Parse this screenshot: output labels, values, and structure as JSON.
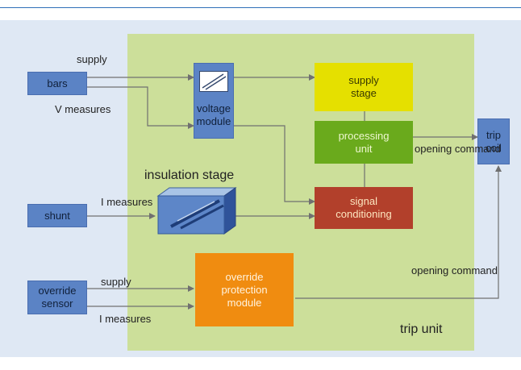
{
  "blocks": {
    "bars": "bars",
    "shunt": "shunt",
    "override_sensor": "override\nsensor",
    "trip_coil": "trip\ncoil",
    "voltage_module": "voltage\nmodule",
    "supply_stage": "supply\nstage",
    "processing_unit": "processing\nunit",
    "signal_conditioning": "signal\nconditioning",
    "override_protection": "override\nprotection\nmodule"
  },
  "labels": {
    "supply_top": "supply",
    "v_measures": "V measures",
    "i_measures_shunt": "I measures",
    "supply_bottom": "supply",
    "i_measures_sensor": "I measures",
    "insulation_stage": "insulation stage",
    "opening_command_top": "opening\ncommand",
    "opening_command_bottom": "opening\ncommand",
    "trip_unit": "trip unit"
  },
  "colors": {
    "outer_background": "#dfe8f4",
    "trip_unit_region": "#ccdf9a",
    "blue_block": "#5b83c5",
    "supply_stage": "#e5e000",
    "processing_unit": "#6aaa1c",
    "signal_conditioning": "#b2402b",
    "override_protection": "#f08c10",
    "connector": "#707070"
  },
  "icons": {
    "voltage_module": "transformer-icon",
    "insulation_stage": "insulation-block"
  }
}
